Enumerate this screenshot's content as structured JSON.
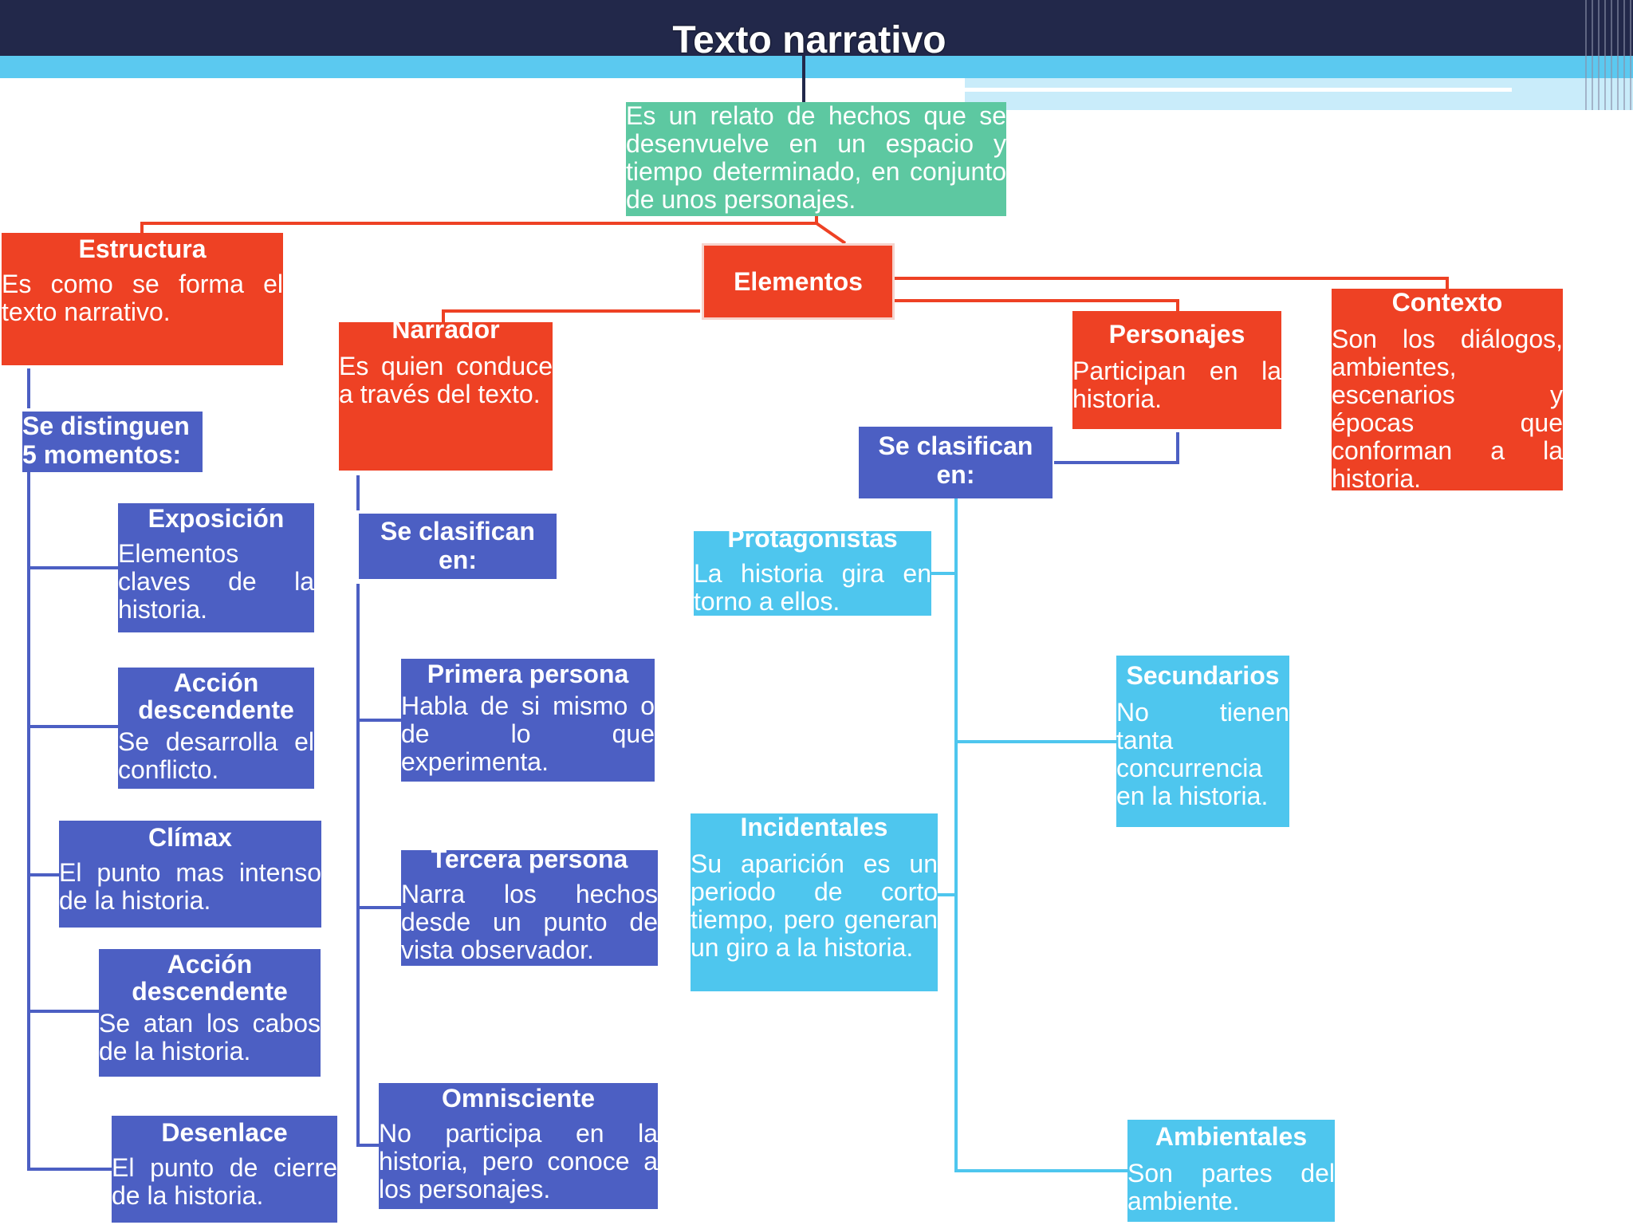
{
  "title": "Texto narrativo",
  "definition": "Es un relato de hechos que se desenvuelve en un espacio y tiempo determinado, en conjunto de unos personajes.",
  "estructura": {
    "heading": "Estructura",
    "text": "Es como se forma el texto narrativo.",
    "distinguen": "Se distinguen 5 momentos:",
    "momentos": [
      {
        "heading": "Exposición",
        "text": "Elementos claves de la historia."
      },
      {
        "heading": "Acción descendente",
        "text": "Se desarrolla el conflicto."
      },
      {
        "heading": "Clímax",
        "text": "El punto mas intenso de la historia."
      },
      {
        "heading": "Acción descendente",
        "text": "Se atan los cabos de la historia."
      },
      {
        "heading": "Desenlace",
        "text": "El punto de cierre de la historia."
      }
    ]
  },
  "elementos": {
    "heading": "Elementos"
  },
  "narrador": {
    "heading": "Narrador",
    "text": "Es quien conduce a través del texto.",
    "clasifican": "Se clasifican en:",
    "tipos": [
      {
        "heading": "Primera persona",
        "text": "Habla de si mismo o de lo que experimenta."
      },
      {
        "heading": "Tercera persona",
        "text": "Narra los hechos desde un punto de vista observador."
      },
      {
        "heading": "Omnisciente",
        "text": "No participa en la historia, pero conoce a los personajes."
      }
    ]
  },
  "personajes": {
    "heading": "Personajes",
    "text": "Participan en la historia.",
    "clasifican": "Se clasifican en:",
    "tipos": [
      {
        "heading": "Protagonistas",
        "text": "La historia gira en torno a ellos."
      },
      {
        "heading": "Secundarios",
        "text": "No tienen tanta concurrencia en la historia."
      },
      {
        "heading": "Incidentales",
        "text": "Su aparición es un periodo de corto tiempo, pero generan un giro a la historia."
      },
      {
        "heading": "Ambientales",
        "text": "Son partes del ambiente."
      }
    ]
  },
  "contexto": {
    "heading": "Contexto",
    "text": "Son los diálogos, ambientes, escenarios y épocas que conforman a la historia."
  },
  "colors": {
    "header": "#22284a",
    "red": "#ee4124",
    "blue": "#4c5fc3",
    "sky": "#4ec6ee",
    "teal": "#5dc8a1"
  }
}
